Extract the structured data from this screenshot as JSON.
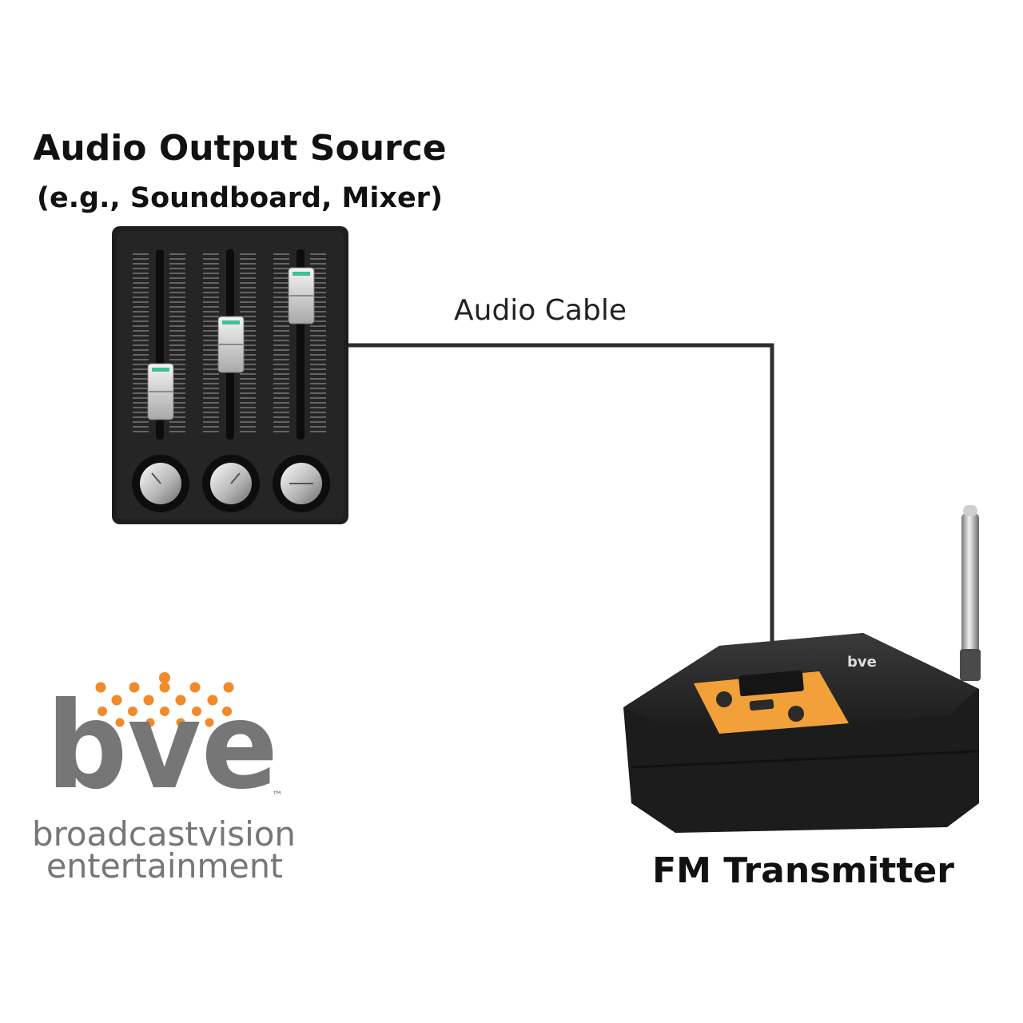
{
  "source": {
    "title": "Audio Output Source",
    "subtitle": "(e.g., Soundboard, Mixer)"
  },
  "cable": {
    "label": "Audio Cable"
  },
  "transmitter": {
    "label": "FM Transmitter",
    "brand_mark": "bve"
  },
  "logo": {
    "wordmark": "bve",
    "tm": "™",
    "line1": "broadcastvision",
    "line2": "entertainment",
    "dot_color": "#f08a2b",
    "text_color": "#767677"
  },
  "colors": {
    "cable": "#2e2e2e",
    "mixer_body": "#1e1e1e",
    "transmitter_body": "#2a2a2a",
    "transmitter_panel": "#f2a03a"
  }
}
